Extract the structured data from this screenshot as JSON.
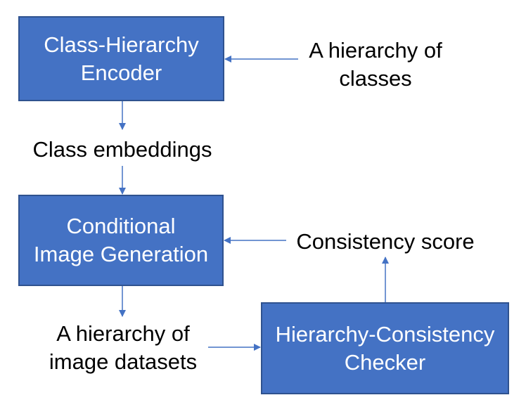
{
  "nodes": {
    "encoder": {
      "line1": "Class-Hierarchy",
      "line2": "Encoder"
    },
    "generation": {
      "line1": "Conditional",
      "line2": "Image Generation"
    },
    "checker": {
      "line1": "Hierarchy-Consistency",
      "line2": "Checker"
    }
  },
  "labels": {
    "classes": {
      "line1": "A hierarchy of",
      "line2": "classes"
    },
    "embeddings": "Class embeddings",
    "score": "Consistency score",
    "datasets": {
      "line1": "A hierarchy of",
      "line2": "image datasets"
    }
  },
  "colors": {
    "box_fill": "#4472c4",
    "box_border": "#2f528f",
    "arrow": "#4472c4"
  }
}
